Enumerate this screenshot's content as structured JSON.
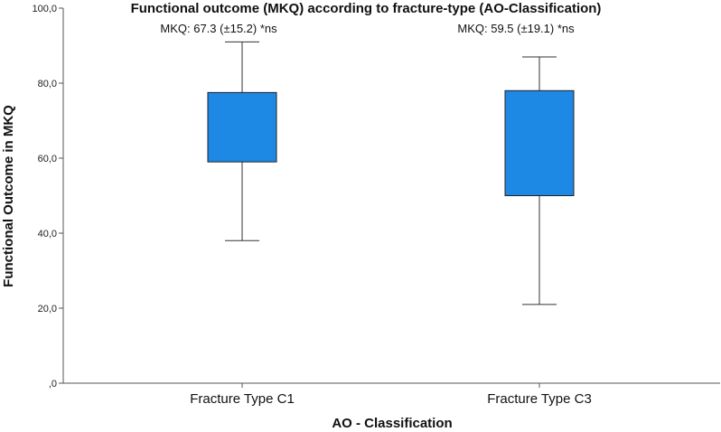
{
  "chart_data": {
    "type": "boxplot",
    "title": "Functional outcome (MKQ) according to fracture-type (AO-Classification)",
    "xlabel": "AO - Classification",
    "ylabel": "Functional Outcome in MKQ",
    "ylim": [
      0,
      100
    ],
    "yticks": [
      0,
      20,
      40,
      60,
      80,
      100
    ],
    "ytick_labels": [
      ",0",
      "20,0",
      "40,0",
      "60,0",
      "80,0",
      "100,0"
    ],
    "grid": false,
    "box_color": "#1e88e5",
    "categories": [
      "Fracture Type C1",
      "Fracture Type C3"
    ],
    "boxes": [
      {
        "category": "Fracture Type C1",
        "whisker_low": 38,
        "q1": 59,
        "q3": 77.5,
        "whisker_high": 91,
        "annotation": "MKQ: 67.3 (±15.2) *ns"
      },
      {
        "category": "Fracture Type C3",
        "whisker_low": 21,
        "q1": 50,
        "q3": 78,
        "whisker_high": 87,
        "annotation": "MKQ: 59.5 (±19.1) *ns"
      }
    ]
  }
}
